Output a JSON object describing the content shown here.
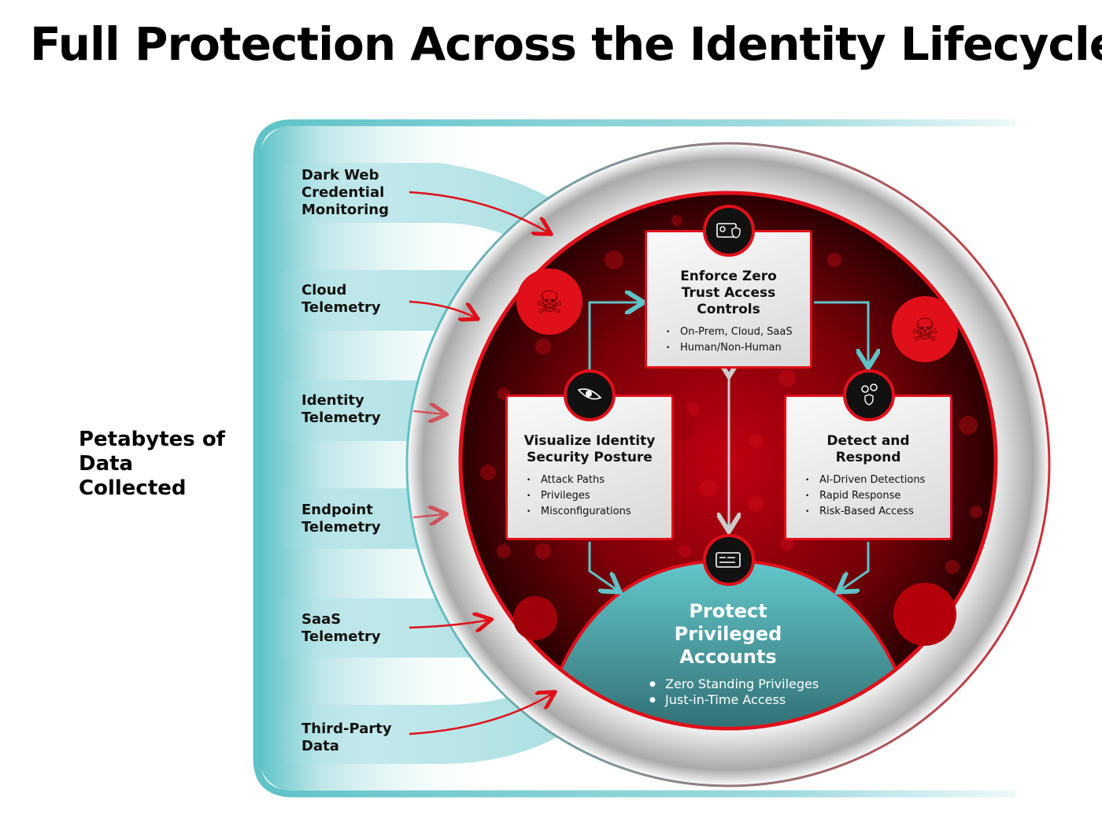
{
  "title": "Full Protection Across the Identity Lifecycle",
  "left_label": "Petabytes of Data Collected",
  "sources": [
    "Dark Web Credential Monitoring",
    "Cloud Telemetry",
    "Identity Telemetry",
    "Endpoint Telemetry",
    "SaaS Telemetry",
    "Third-Party Data"
  ],
  "boxes": {
    "top": {
      "title": "Enforce Zero Trust Access Controls",
      "items": [
        "On-Prem, Cloud, SaaS",
        "Human/Non-Human"
      ],
      "icon": "id-card-shield-icon"
    },
    "left": {
      "title": "Visualize Identity Security Posture",
      "items": [
        "Attack Paths",
        "Privileges",
        "Misconfigurations"
      ],
      "icon": "eye-icon"
    },
    "right": {
      "title": "Detect and Respond",
      "items": [
        "AI-Driven Detections",
        "Rapid Response",
        "Risk-Based Access"
      ],
      "icon": "users-shield-icon"
    },
    "bottom": {
      "title": "Protect Privileged Accounts",
      "items": [
        "Zero Standing Privileges",
        "Just-in-Time Access"
      ],
      "icon": "credential-timer-icon"
    }
  },
  "colors": {
    "teal": "#5fc3c8",
    "red": "#e0101a",
    "dark": "#1a0000"
  }
}
